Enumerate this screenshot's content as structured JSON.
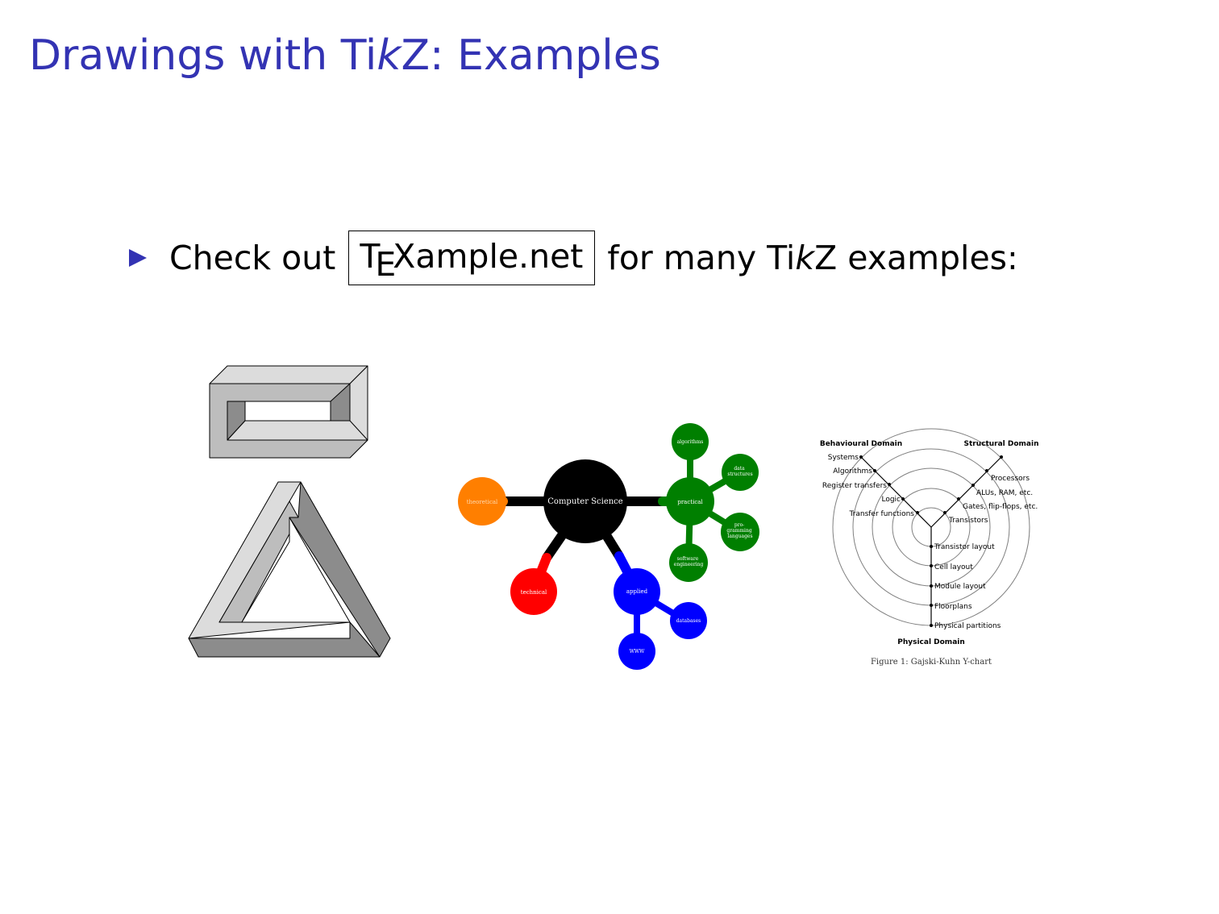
{
  "slide": {
    "title_pre": "Drawings with Ti",
    "title_k": "k",
    "title_post": "Z: Examples"
  },
  "bullet": {
    "pre": "Check out",
    "link_t": "T",
    "link_e": "E",
    "link_rest": "Xample.net",
    "mid": "for many Ti",
    "k": "k",
    "post": "Z examples:"
  },
  "mindmap": {
    "center": "Computer Science",
    "theoretical": "theoretical",
    "technical": "technical",
    "practical": "practical",
    "applied": "applied",
    "algorithms": "algorithms",
    "data_structures": [
      "data",
      "structures"
    ],
    "programming_languages": [
      "pro-",
      "gramming",
      "languages"
    ],
    "software_engineering": [
      "software",
      "engineering"
    ],
    "databases": "databases",
    "www": "WWW",
    "colors": {
      "center": "#000000",
      "theoretical": "#ff7f00",
      "technical": "#ff0000",
      "practical": "#007f00",
      "applied": "#0000ff"
    }
  },
  "ychart": {
    "behavioural_domain": "Behavioural Domain",
    "structural_domain": "Structural Domain",
    "physical_domain": "Physical Domain",
    "behavioural_levels": [
      "Systems",
      "Algorithms",
      "Register transfers",
      "Logic",
      "Transfer functions"
    ],
    "structural_levels": [
      "Processors",
      "ALUs, RAM, etc.",
      "Gates, flip-flops, etc.",
      "Transistors"
    ],
    "physical_levels": [
      "Transistor layout",
      "Cell layout",
      "Module layout",
      "Floorplans",
      "Physical partitions"
    ],
    "caption": "Figure 1: Gajski-Kuhn Y-chart"
  }
}
